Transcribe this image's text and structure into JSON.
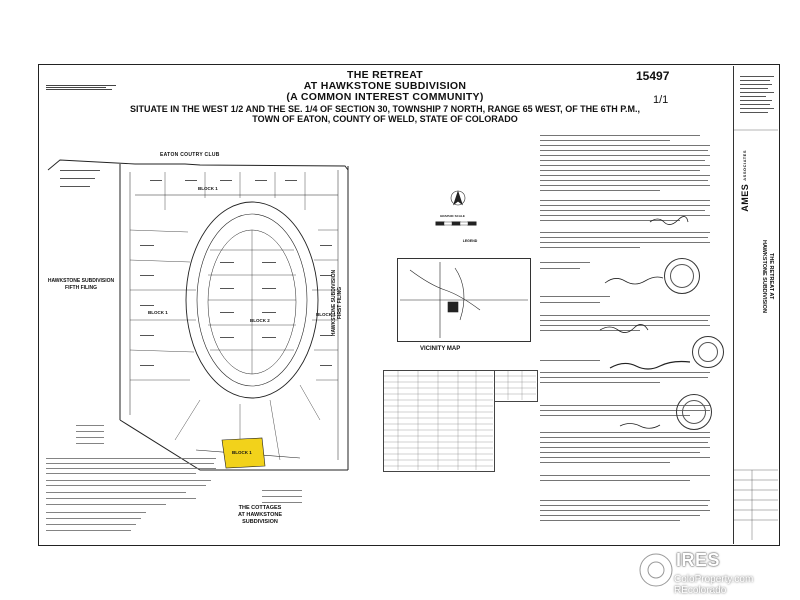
{
  "document": {
    "record_number": "15497",
    "page": "1/1",
    "title_line1": "THE RETREAT",
    "title_line2": "AT HAWKSTONE SUBDIVISION",
    "title_line3": "(A COMMON INTEREST COMMUNITY)",
    "title_line4": "SITUATE IN THE WEST 1/2 AND THE SE. 1/4 OF SECTION 30, TOWNSHIP 7 NORTH, RANGE 65 WEST, OF THE 6TH P.M.,",
    "title_line5": "TOWN OF EATON, COUNTY OF WELD, STATE OF COLORADO"
  },
  "plat": {
    "eaton_label": "EATON COUTRY CLUB",
    "west_label_line1": "HAWKSTONE SUBDIVISION",
    "west_label_line2": "FIFTH FILING",
    "east_label_line1": "HAWKSTONE SUBDIVISION",
    "east_label_line2": "FIRST FILING",
    "south_label_line1": "THE COTTAGES",
    "south_label_line2": "AT HAWKSTONE",
    "south_label_line3": "SUBDIVISION",
    "blocks": [
      "BLOCK 1",
      "BLOCK 1",
      "BLOCK 2",
      "BLOCK 1",
      "BLOCK 1"
    ],
    "highlight_color": "#f2d21b"
  },
  "graphic_scale_label": "GRAPHIC SCALE",
  "legend_label": "LEGEND",
  "vicinity_map_label": "VICINITY MAP",
  "title_strip": {
    "firm": "AMES",
    "firm_sub": "ASSOCIATES",
    "sheet_title_line1": "THE RETREAT AT",
    "sheet_title_line2": "HAWKSTONE SUBDIVISION"
  },
  "watermark": {
    "brand": "IRES",
    "sub": "ColoProperty.com",
    "sub2": "REcolorado"
  }
}
